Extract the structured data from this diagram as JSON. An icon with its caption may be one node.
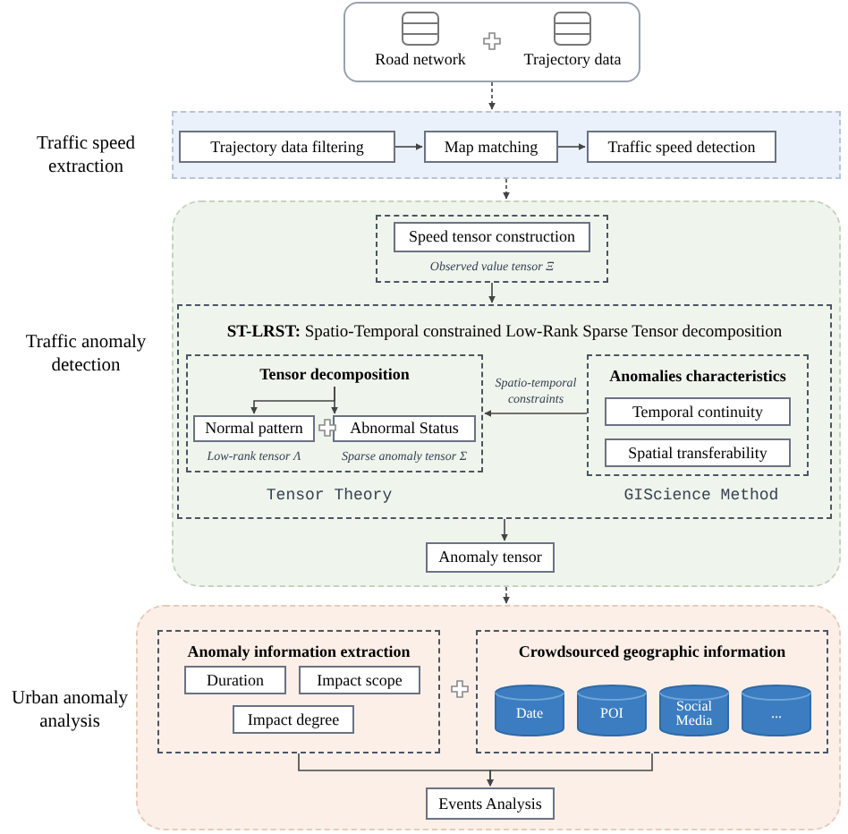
{
  "diagram": {
    "nodes": [
      {
        "text": [],
        "shape": "box"
      },
      {
        "text": [
          "Road network"
        ],
        "in": 0
      },
      {
        "text": [
          "Trajectory data"
        ],
        "in": 0
      },
      {
        "text": [],
        "shape": "box"
      },
      {
        "text": [
          "Trajectory data filtering"
        ],
        "in": 3
      },
      {
        "text": [
          "Map matching"
        ],
        "in": 3
      },
      {
        "text": [
          "Traffic speed detection"
        ],
        "in": 3
      },
      {
        "text": [],
        "shape": "box"
      },
      {
        "text": [
          "Observed value tensor Ξ"
        ],
        "in": 7
      },
      {
        "text": [
          "Speed tensor construction"
        ],
        "in": 8
      },
      {
        "text": [
          "**ST-LRST:** Spatio-Temporal constrained Low-Rank Sparse Tensor decomposition"
        ],
        "in": 7
      },
      {
        "text": [],
        "shape": "box",
        "in": 10,
        "beside": [
          "Tensor Theory"
        ]
      },
      {
        "text": [
          "Tensor decomposition"
        ],
        "in": 11
      },
      {
        "text": [
          "Normal pattern"
        ],
        "in": 11,
        "beside": [
          "Low-rank tensor Λ"
        ]
      },
      {
        "text": [
          "Abnormal Status"
        ],
        "in": 11,
        "beside": [
          "Sparse anomaly tensor Σ"
        ]
      },
      {
        "text": [
          "Anomalies characteristics"
        ],
        "in": 10,
        "beside": [
          "GIScience Method"
        ]
      },
      {
        "text": [
          "Temporal continuity"
        ],
        "in": 15
      },
      {
        "text": [
          "Spatial transferability"
        ],
        "in": 15
      },
      {
        "text": [
          "Anomaly tensor"
        ],
        "in": 7
      },
      {
        "text": [],
        "shape": "box"
      },
      {
        "text": [
          "Anomaly information extraction"
        ],
        "in": 19
      },
      {
        "text": [
          "Duration"
        ],
        "in": 20
      },
      {
        "text": [
          "Impact scope"
        ],
        "in": 20
      },
      {
        "text": [
          "Impact degree"
        ],
        "in": 20
      },
      {
        "text": [
          "Crowdsourced geographic information"
        ],
        "in": 19
      },
      {
        "text": [
          "Date"
        ],
        "in": 24
      },
      {
        "text": [
          "POI"
        ],
        "in": 24
      },
      {
        "text": [
          "Social Media"
        ],
        "in": 24
      },
      {
        "text": [
          "..."
        ],
        "in": 24
      },
      {
        "text": [
          "Events Analysis"
        ],
        "in": 19
      }
    ],
    "edges": [
      {
        "from": 0,
        "to": 3,
        "arrow": "to",
        "style": "dashed"
      },
      {
        "from": 4,
        "to": 5,
        "arrow": "to"
      },
      {
        "from": 5,
        "to": 6,
        "arrow": "to"
      },
      {
        "from": 3,
        "to": 7,
        "arrow": "to",
        "style": "dashed"
      },
      {
        "from": 8,
        "to": 10,
        "arrow": "to"
      },
      {
        "from": 12,
        "to": 13,
        "arrow": "to"
      },
      {
        "from": 12,
        "to": 14,
        "arrow": "to"
      },
      {
        "from": 15,
        "to": 11,
        "arrow": "to",
        "label": "Spatio-temporal constraints"
      },
      {
        "from": 10,
        "to": 18,
        "arrow": "to"
      },
      {
        "from": 7,
        "to": 19,
        "arrow": "to",
        "style": "dashed"
      },
      {
        "from": 20,
        "to": 29,
        "arrow": "to"
      },
      {
        "from": 24,
        "to": 29,
        "arrow": "to"
      }
    ],
    "labels": [
      "Traffic speed extraction",
      "Traffic anomaly detection",
      "Urban anomaly analysis"
    ]
  }
}
